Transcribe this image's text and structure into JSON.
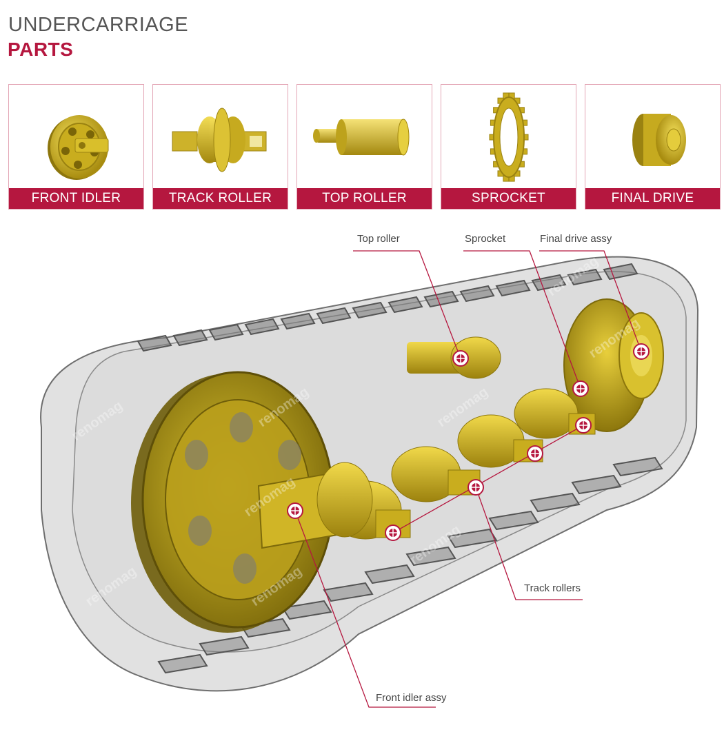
{
  "header": {
    "title_light": "UNDERCARRIAGE",
    "title_bold": "PARTS"
  },
  "cards": [
    {
      "label": "FRONT IDLER",
      "icon": "front-idler-icon"
    },
    {
      "label": "TRACK ROLLER",
      "icon": "track-roller-icon"
    },
    {
      "label": "TOP ROLLER",
      "icon": "top-roller-icon"
    },
    {
      "label": "SPROCKET",
      "icon": "sprocket-icon"
    },
    {
      "label": "FINAL DRIVE",
      "icon": "final-drive-icon"
    }
  ],
  "callouts": {
    "top_roller": "Top roller",
    "sprocket": "Sprocket",
    "final_drive": "Final drive assy",
    "track_rollers": "Track rollers",
    "front_idler": "Front idler assy"
  },
  "watermark": "renomag",
  "colors": {
    "accent": "#b5173f",
    "part_yellow": "#d8bc22",
    "track_gray": "#8a8a8a"
  }
}
